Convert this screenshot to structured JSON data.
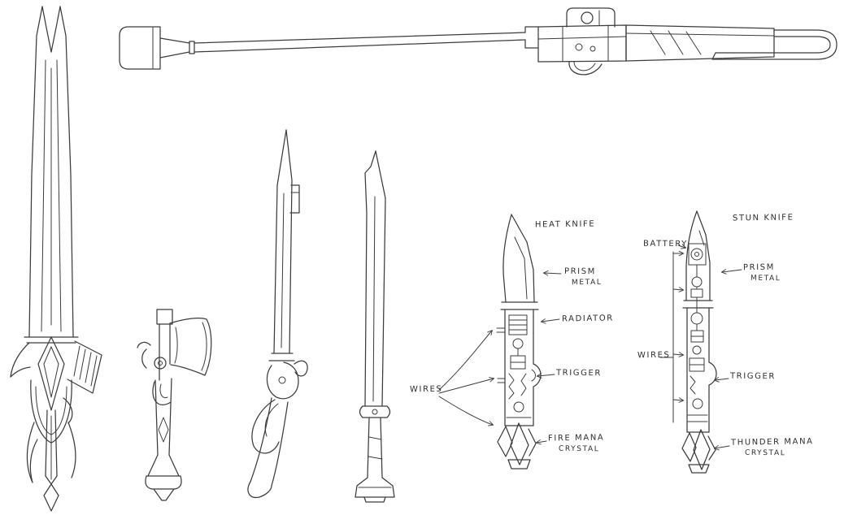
{
  "sheet": {
    "background_color": "#ffffff",
    "ink_color": "#3c3c3c",
    "sketches": [
      "greatsword",
      "lance-rifle",
      "axe-pistol",
      "gun-blade",
      "long-knife",
      "heat-knife",
      "stun-knife"
    ]
  },
  "heat_knife": {
    "title": "HEAT KNIFE",
    "labels": {
      "prism_line1": "PRISM",
      "prism_line2": "METAL",
      "radiator": "RADIATOR",
      "trigger": "TRIGGER",
      "crystal_line1": "FIRE MANA",
      "crystal_line2": "CRYSTAL",
      "wires": "WIRES"
    }
  },
  "stun_knife": {
    "title": "STUN KNIFE",
    "labels": {
      "battery": "BATTERY",
      "prism_line1": "PRISM",
      "prism_line2": "METAL",
      "wires": "WIRES",
      "trigger": "TRIGGER",
      "crystal_line1": "THUNDER MANA",
      "crystal_line2": "CRYSTAL"
    }
  }
}
